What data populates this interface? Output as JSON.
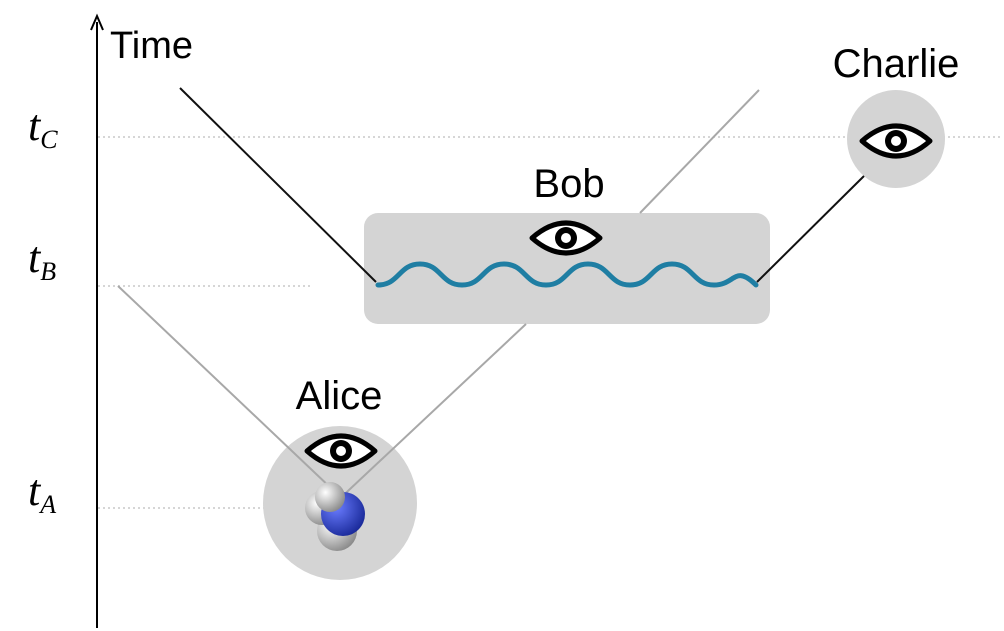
{
  "axis": {
    "label": "Time"
  },
  "ticks": [
    {
      "main": "t",
      "sub": "C"
    },
    {
      "main": "t",
      "sub": "B"
    },
    {
      "main": "t",
      "sub": "A"
    }
  ],
  "observers": {
    "alice": {
      "label": "Alice"
    },
    "bob": {
      "label": "Bob"
    },
    "charlie": {
      "label": "Charlie"
    }
  },
  "colors": {
    "background": "#ffffff",
    "panel": "#d4d4d4",
    "wave": "#1f7ea3",
    "black_line": "#111111",
    "gray_line": "#a8a8a8",
    "guide": "#c8c8c8",
    "molecule_n": "#2a3fbf"
  },
  "icons": [
    "eye-icon",
    "molecule-icon",
    "wave-icon"
  ]
}
